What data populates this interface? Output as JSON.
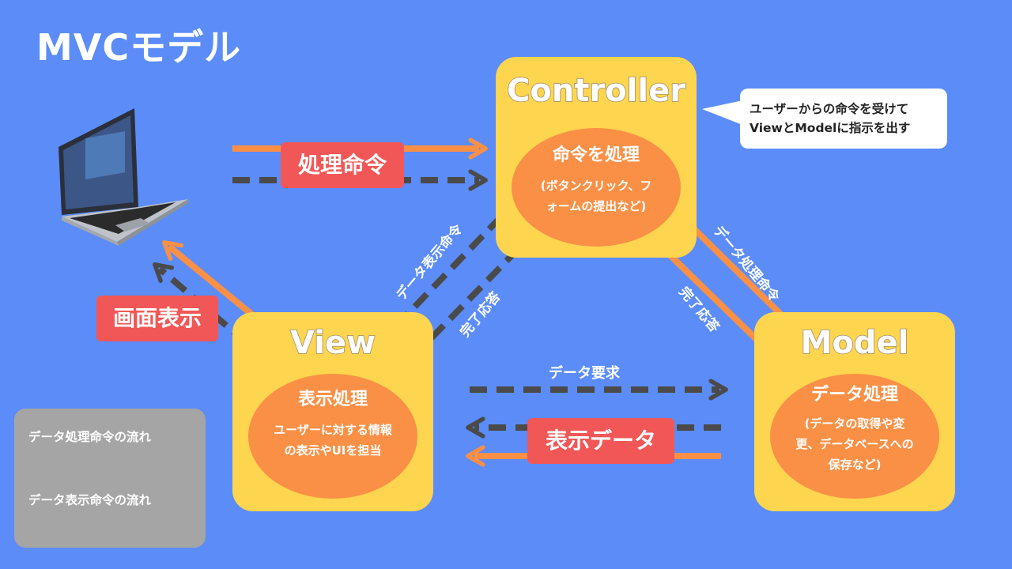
{
  "title": "MVCモデル",
  "controller": {
    "title": "Controller",
    "heading": "命令を処理",
    "desc_line1": "(ボタンクリック、フ",
    "desc_line2": "ォームの提出など)"
  },
  "view": {
    "title": "View",
    "heading": "表示処理",
    "desc_line1": "ユーザーに対する情報",
    "desc_line2": "の表示やUIを担当"
  },
  "model": {
    "title": "Model",
    "heading": "データ処理",
    "desc_line1": "(データの取得や変",
    "desc_line2": "更、データベースへの",
    "desc_line3": "保存など)"
  },
  "bubble": {
    "line1": "ユーザーからの命令を受けて",
    "line2": "ViewとModelに指示を出す"
  },
  "labels": {
    "process_command": "処理命令",
    "screen_display": "画面表示",
    "display_data": "表示データ",
    "data_request": "データ要求",
    "data_display_command": "データ表示命令",
    "complete_response_left": "完了応答",
    "data_process_command": "データ処理命令",
    "complete_response_right": "完了応答"
  },
  "legend": {
    "process_flow": "データ処理命令の流れ",
    "display_flow": "データ表示命令の流れ"
  },
  "colors": {
    "background": "#5b8cf8",
    "box": "#fdd54f",
    "ellipse": "#fa9046",
    "process_arrow": "#fa9046",
    "display_arrow": "#4a4a4a",
    "label_red": "#f25757",
    "legend_bg": "#a5a5a5"
  }
}
